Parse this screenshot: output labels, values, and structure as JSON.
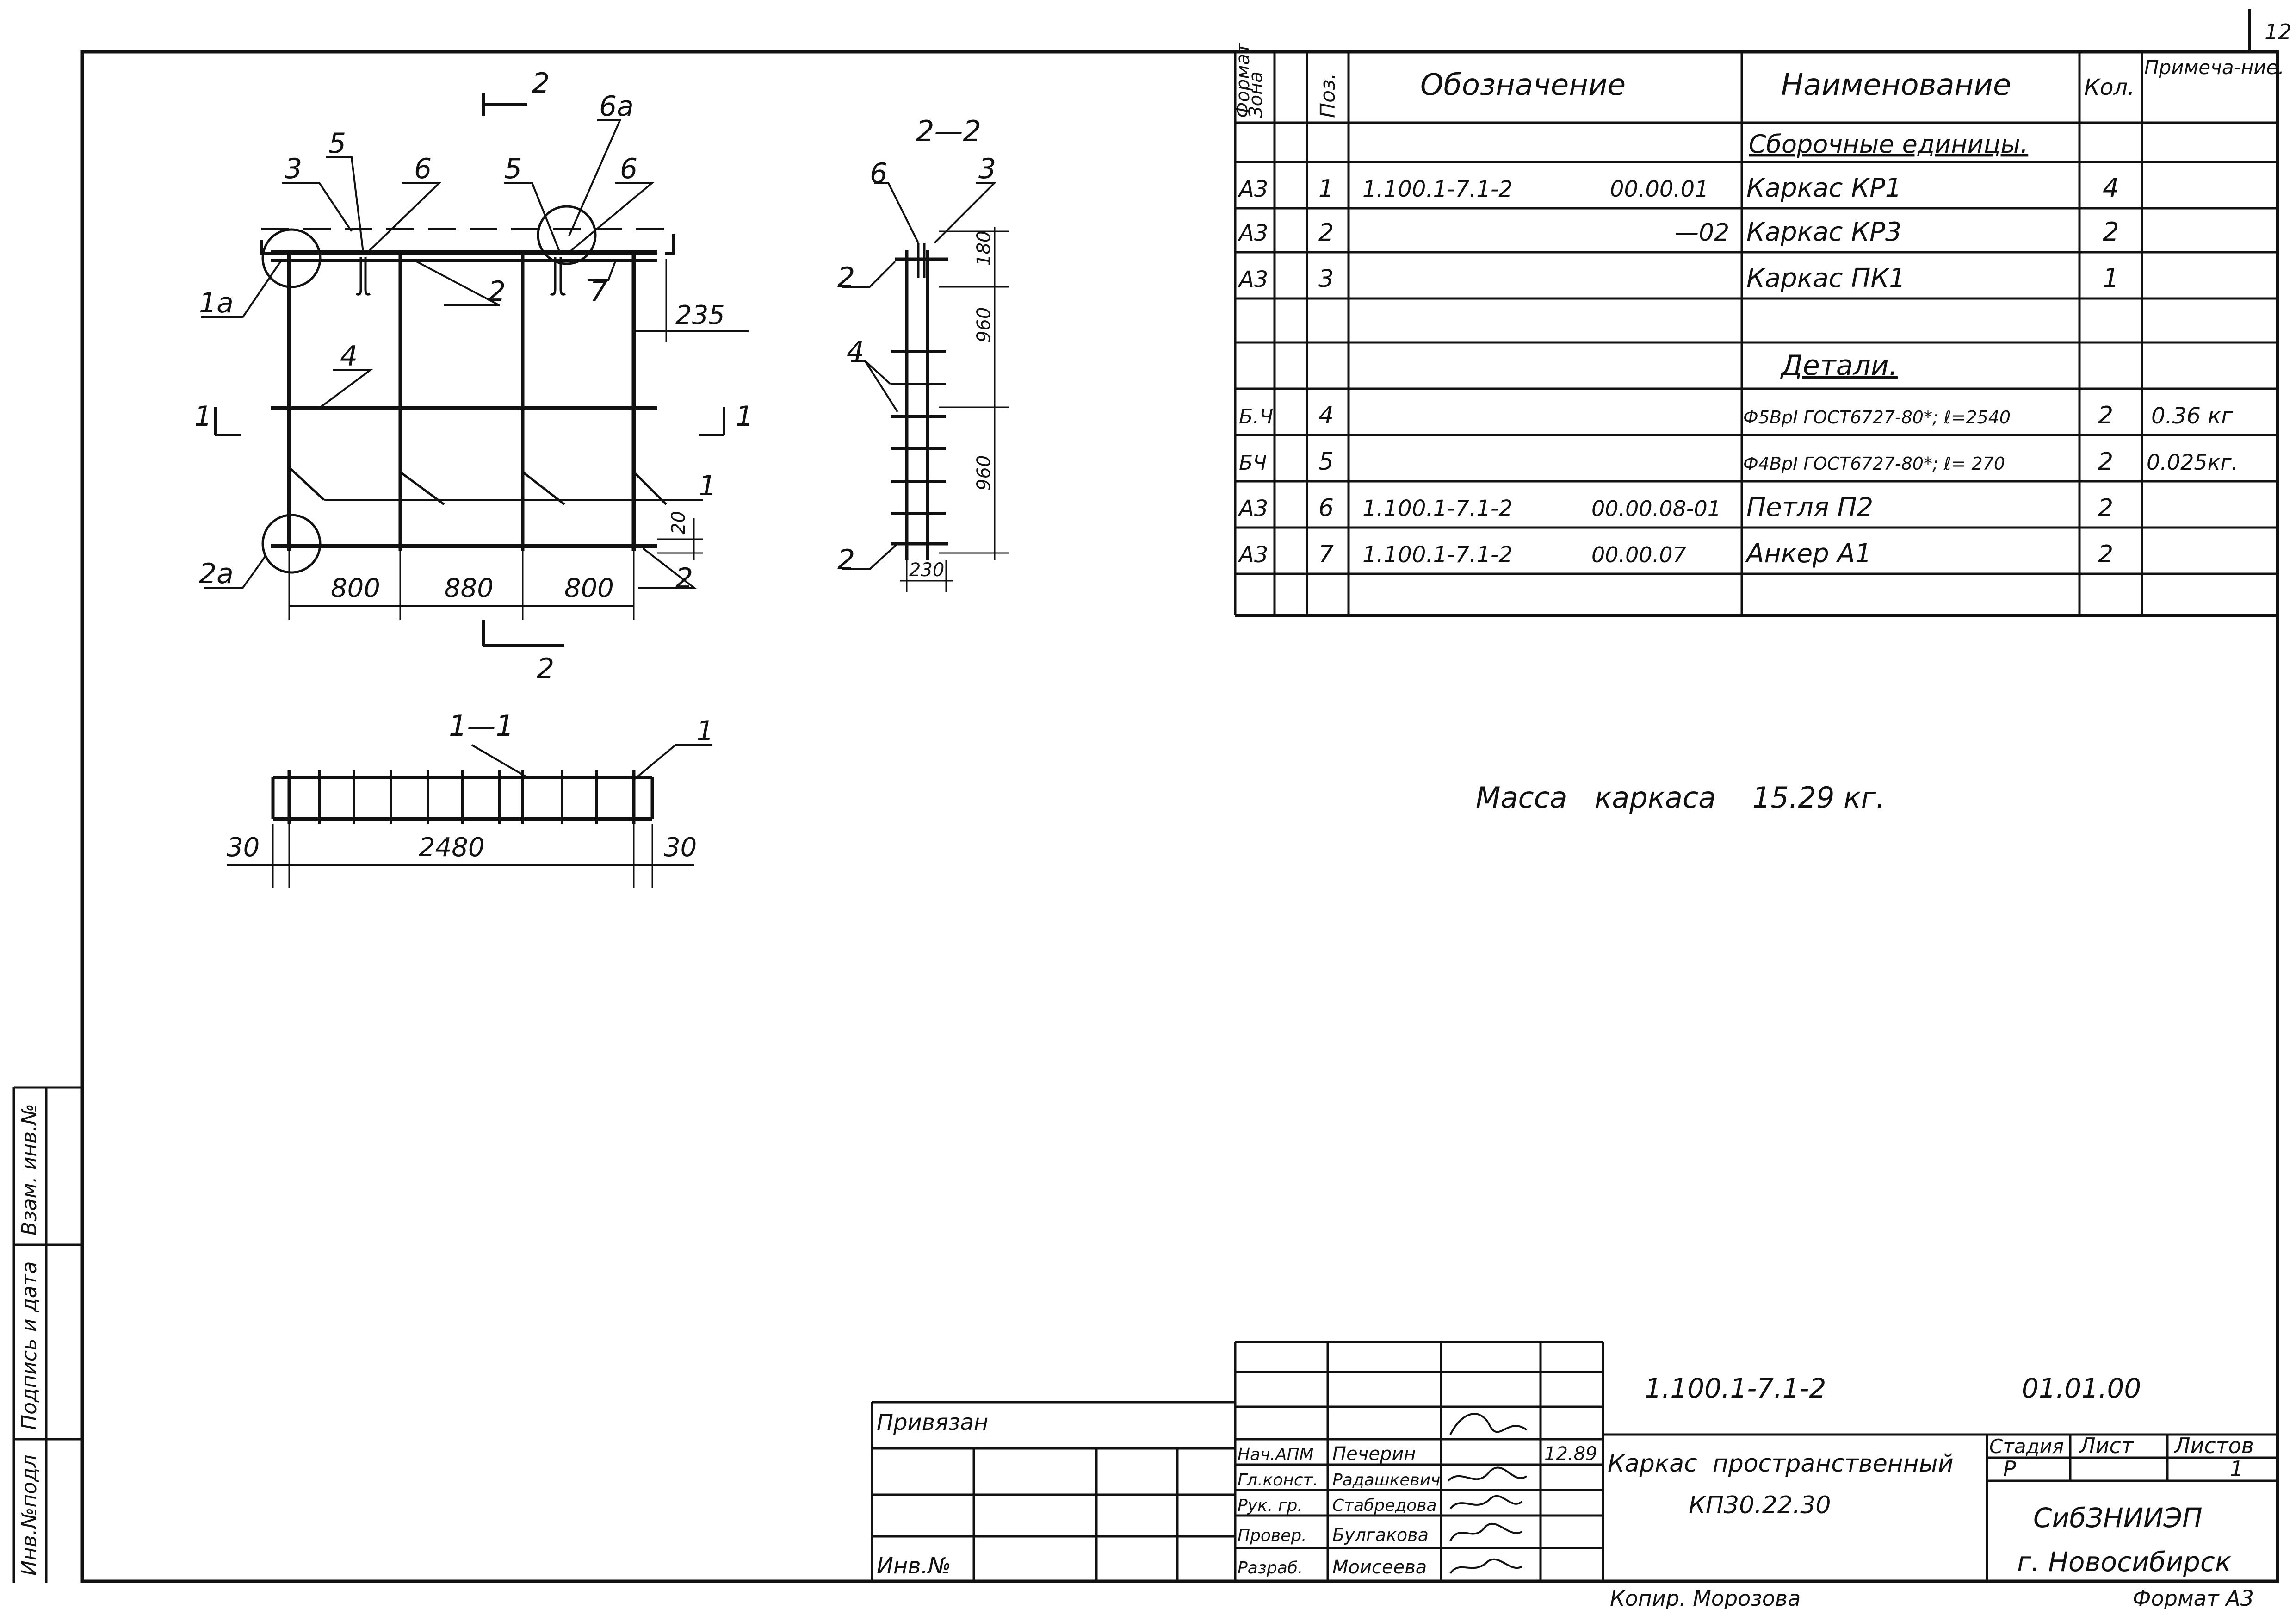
{
  "page_number": "12",
  "views": {
    "section_2_2_title": "2—2",
    "section_1_1_title": "1—1",
    "cut_mark_2": "2",
    "cut_mark_1": "1",
    "front": {
      "pos_labels": [
        "1a",
        "3",
        "5",
        "6",
        "2",
        "5",
        "6a",
        "6",
        "7",
        "4",
        "1",
        "2",
        "2a"
      ],
      "dims": [
        "235",
        "20",
        "800",
        "880",
        "800"
      ]
    },
    "side": {
      "pos_labels": [
        "6",
        "3",
        "2",
        "4",
        "2"
      ],
      "dims": [
        "180",
        "960",
        "960",
        "230"
      ]
    },
    "plan": {
      "pos_labels": [
        "1"
      ],
      "dims": [
        "30",
        "2480",
        "30"
      ]
    }
  },
  "spec": {
    "headers": {
      "format": "Формат",
      "zone": "Зона",
      "pos": "Поз.",
      "designation": "Обозначение",
      "name": "Наименование",
      "qty": "Кол.",
      "note": "Примеча-ние."
    },
    "section_assemblies": "Сборочные единицы.",
    "section_parts": "Детали.",
    "rows": [
      {
        "format": "A3",
        "pos": "1",
        "code": "1.100.1-7.1-2",
        "num": "00.00.01",
        "name": "Каркас КР1",
        "qty": "4",
        "note": ""
      },
      {
        "format": "A3",
        "pos": "2",
        "code": "",
        "num": "—02",
        "name": "Каркас КР3",
        "qty": "2",
        "note": ""
      },
      {
        "format": "A3",
        "pos": "3",
        "code": "",
        "num": "",
        "name": "Каркас ПК1",
        "qty": "1",
        "note": ""
      },
      {
        "format": "Б.Ч",
        "pos": "4",
        "code": "",
        "num": "",
        "name": "Ф5ВрI ГОСТ6727-80*; ℓ=2540",
        "qty": "2",
        "note": "0.36 кг"
      },
      {
        "format": "БЧ",
        "pos": "5",
        "code": "",
        "num": "",
        "name": "Ф4ВрI ГОСТ6727-80*; ℓ= 270",
        "qty": "2",
        "note": "0.025кг."
      },
      {
        "format": "A3",
        "pos": "6",
        "code": "1.100.1-7.1-2",
        "num": "00.00.08-01",
        "name": "Петля П2",
        "qty": "2",
        "note": ""
      },
      {
        "format": "A3",
        "pos": "7",
        "code": "1.100.1-7.1-2",
        "num": "00.00.07",
        "name": "Анкер А1",
        "qty": "2",
        "note": ""
      }
    ]
  },
  "mass_note": "Масса   каркаса    15.29 кг.",
  "side_stamp": {
    "inv_podl": "Инв.№подл",
    "sign_date": "Подпись и дата",
    "vzam_inv": "Взам. инв.№"
  },
  "linkage": {
    "privyazan": "Привязан",
    "inv_no": "Инв.№"
  },
  "title_block": {
    "doc_code": "1.100.1-7.1-2",
    "doc_num": "01.01.00",
    "title_line1": "Каркас  пространственный",
    "title_line2": "КП30.22.30",
    "stage_label": "Стадия",
    "sheet_label": "Лист",
    "sheets_label": "Листов",
    "stage": "Р",
    "sheet": "",
    "sheets": "1",
    "org_line1": "СибЗНИИЭП",
    "org_line2": "г. Новосибирск",
    "date": "12.89",
    "signatures": [
      {
        "role": "Нач.АПМ",
        "name": "Печерин"
      },
      {
        "role": "Гл.конст.",
        "name": "Радашкевич"
      },
      {
        "role": "Рук. гр.",
        "name": "Стабредова"
      },
      {
        "role": "Провер.",
        "name": "Булгакова"
      },
      {
        "role": "Разраб.",
        "name": "Моисеева"
      }
    ]
  },
  "copied_by": "Копир. Морозова",
  "format_label": "Формат А3"
}
